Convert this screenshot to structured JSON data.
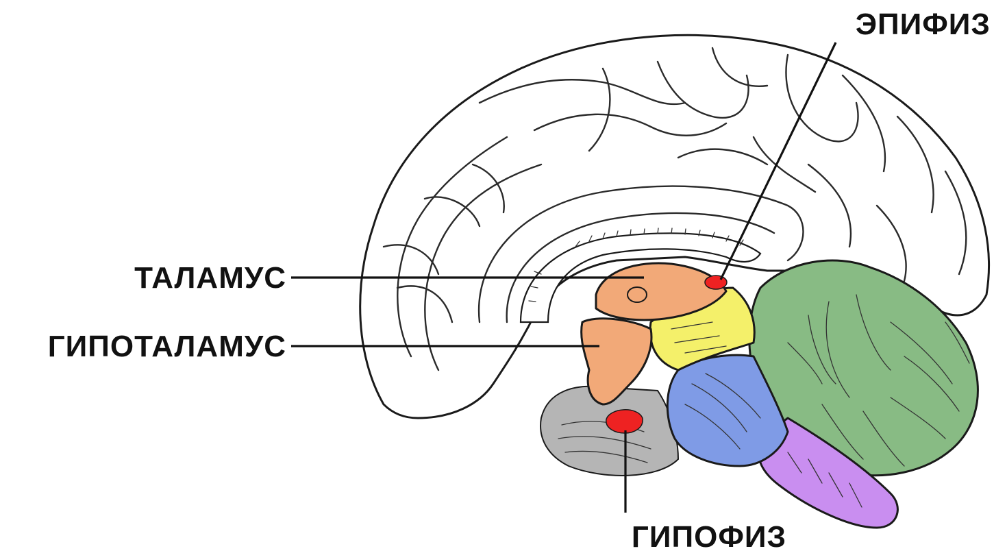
{
  "labels": {
    "epiphysis": "ЭПИФИЗ",
    "thalamus": "ТАЛАМУС",
    "hypothalamus": "ГИПОТАЛАМУС",
    "pituitary": "ГИПОФИЗ"
  },
  "colors": {
    "thalamus": "#f2a978",
    "hypothalamus": "#f2a978",
    "midbrain": "#f4f06a",
    "pons": "#7f9be6",
    "medulla": "#c98ef0",
    "cerebellum": "#88bb84",
    "pituitary_and_epiphysis": "#ee2222",
    "cortex": "#ffffff",
    "brainstem_shadow": "#b5b5b5"
  }
}
